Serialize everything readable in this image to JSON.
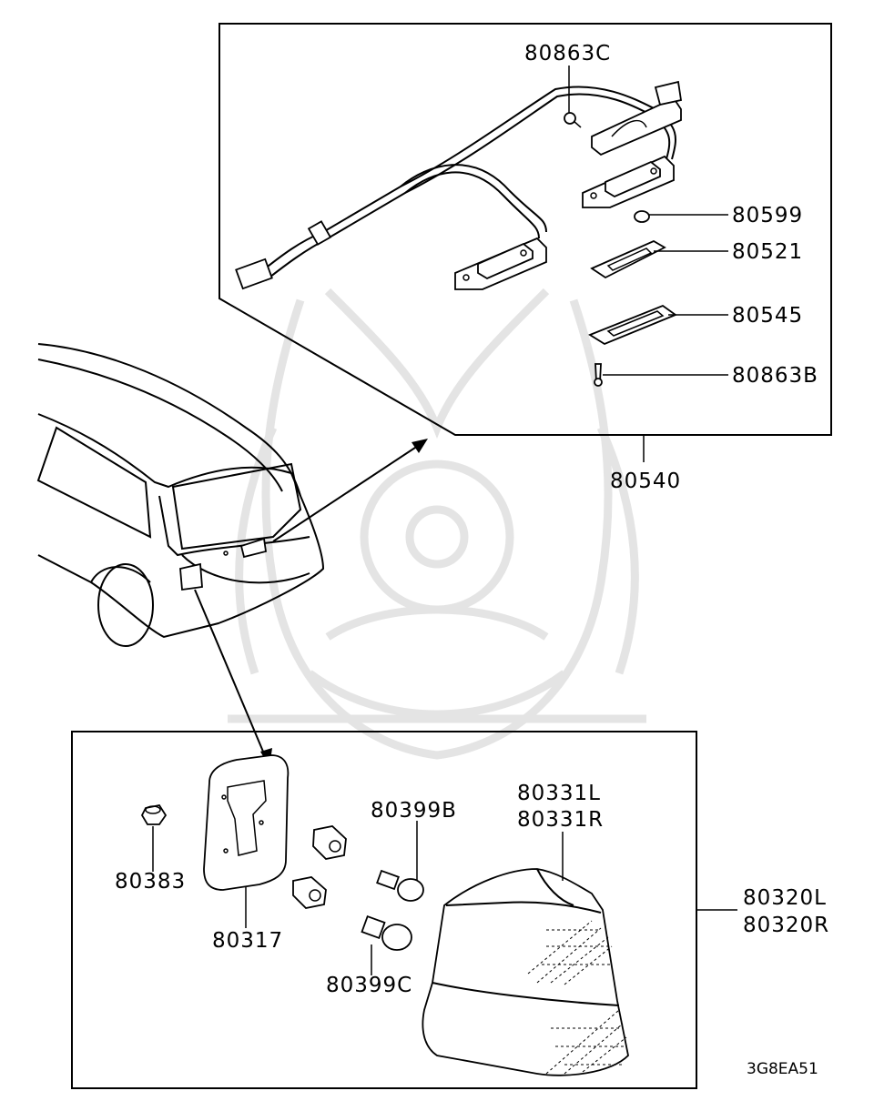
{
  "diagram_code": "3G8EA51",
  "license_lamp_box": {
    "callouts": {
      "screw_top": "80863C",
      "bulb_small": "80599",
      "gasket": "80521",
      "lens": "80545",
      "screw_bottom": "80863B"
    },
    "assembly": "80540"
  },
  "tail_lamp_box": {
    "callouts": {
      "nut": "80383",
      "gasket": "80317",
      "bulb_upper": "80399B",
      "bulb_lower": "80399C",
      "lens_left": "80331L",
      "lens_right": "80331R",
      "assembly_left": "80320L",
      "assembly_right": "80320R"
    }
  }
}
